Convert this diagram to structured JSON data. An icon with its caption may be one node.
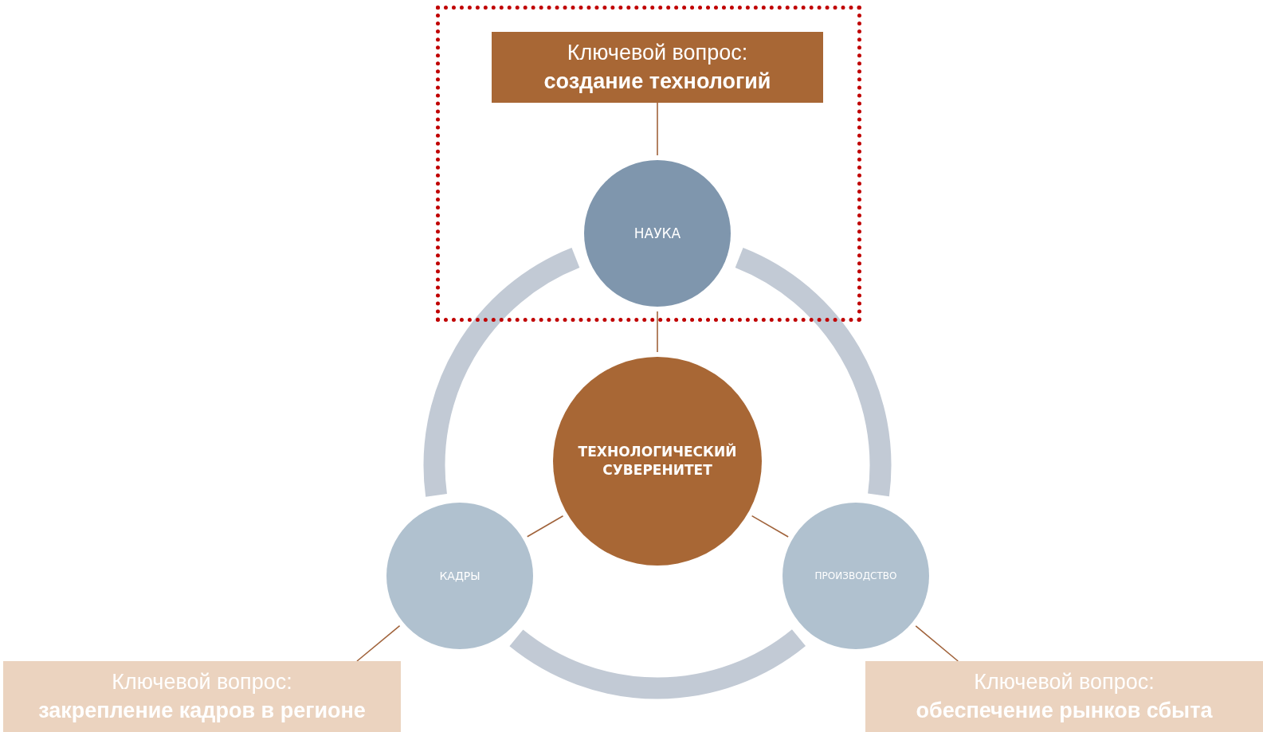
{
  "diagram": {
    "nodes": [
      {
        "text": [
          "Ключевой вопрос:",
          "создание технологий"
        ]
      },
      {
        "text": [
          "НАУКА"
        ]
      },
      {
        "text": [
          "ТЕХНОЛОГИЧЕСКИЙ СУВЕРЕНИТЕТ"
        ]
      },
      {
        "text": [
          "КАДРЫ"
        ]
      },
      {
        "text": [
          "ПРОИЗВОДСТВО"
        ]
      },
      {
        "text": [
          "Ключевой вопрос:",
          "закрепление кадров в регионе"
        ]
      },
      {
        "text": [
          "Ключевой вопрос:",
          "обеспечение рынков сбыта"
        ]
      }
    ],
    "edges": [
      {
        "from": 0,
        "to": 1,
        "arrow": "none"
      },
      {
        "from": 1,
        "to": 2,
        "arrow": "none"
      },
      {
        "from": 2,
        "to": 3,
        "arrow": "none"
      },
      {
        "from": 2,
        "to": 4,
        "arrow": "none"
      },
      {
        "from": 3,
        "to": 5,
        "arrow": "none"
      },
      {
        "from": 4,
        "to": 6,
        "arrow": "none"
      },
      {
        "from": 1,
        "to": 3,
        "arrow": "none",
        "style": "thick",
        "color": "#c2cad5"
      },
      {
        "from": 3,
        "to": 4,
        "arrow": "none",
        "style": "thick",
        "color": "#c2cad5"
      },
      {
        "from": 4,
        "to": 1,
        "arrow": "none",
        "style": "thick",
        "color": "#c2cad5"
      }
    ]
  }
}
